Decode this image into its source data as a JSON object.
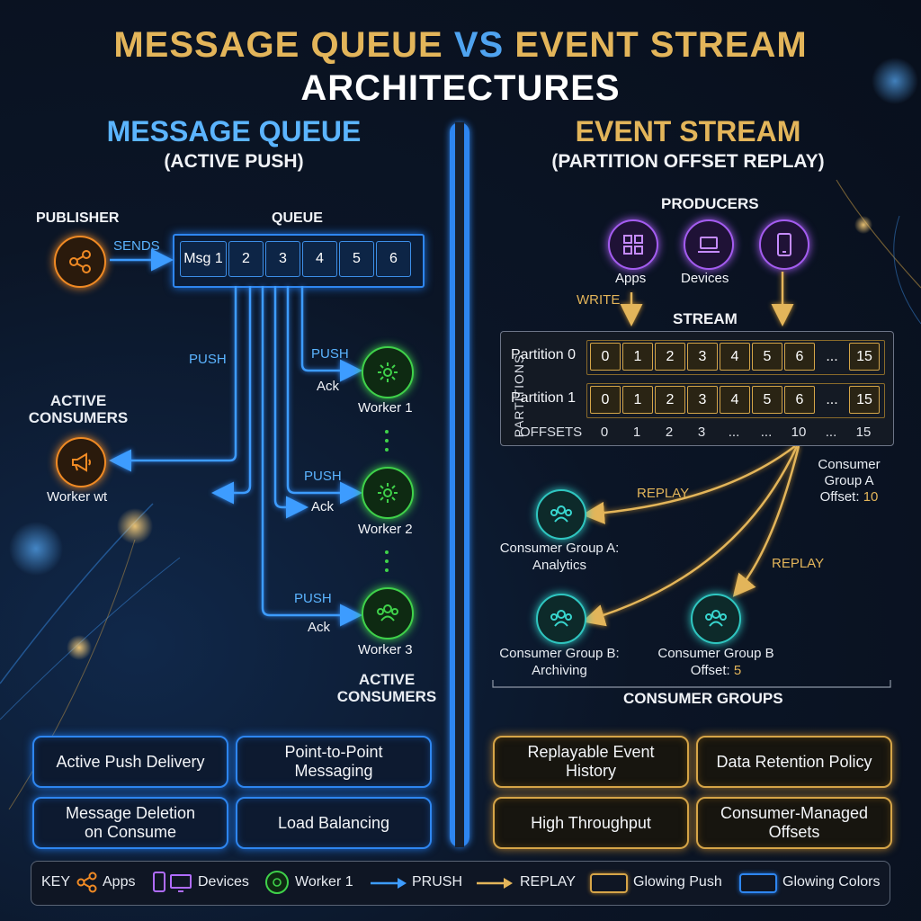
{
  "title": {
    "part1": "MESSAGE QUEUE",
    "vs": "VS",
    "part2": "EVENT STREAM",
    "line2": "ARCHITECTURES"
  },
  "mq": {
    "heading": "MESSAGE QUEUE",
    "subheading": "(ACTIVE PUSH)",
    "publisher": "PUBLISHER",
    "sends": "SENDS",
    "queue": "QUEUE",
    "cells": [
      "Msg 1",
      "2",
      "3",
      "4",
      "5",
      "6"
    ],
    "push": "PUSH",
    "ack": "Ack",
    "active_consumers": "ACTIVE\nCONSUMERS",
    "worker_left": "Worker wt",
    "workers": [
      "Worker 1",
      "Worker 2",
      "Worker 3"
    ],
    "active_consumers_bottom": "ACTIVE\nCONSUMERS",
    "features": [
      "Active Push Delivery",
      "Point-to-Point\nMessaging",
      "Message Deletion\non Consume",
      "Load Balancing"
    ]
  },
  "es": {
    "heading": "EVENT STREAM",
    "subheading": "(PARTITION OFFSET REPLAY)",
    "producers": "PRODUCERS",
    "apps": "Apps",
    "devices": "Devices",
    "write": "WRITE",
    "stream": "STREAM",
    "partitions_label": "PARTITIONS",
    "partition_names": [
      "Partition 0",
      "Partition 1"
    ],
    "partition_cells": [
      "0",
      "1",
      "2",
      "3",
      "4",
      "5",
      "6",
      "...",
      "15"
    ],
    "offsets_label": "OFFSETS",
    "offsets": [
      "0",
      "1",
      "2",
      "3",
      "...",
      "...",
      "10",
      "...",
      "15"
    ],
    "group_a_offset_label": "Consumer\nGroup A\nOffset:",
    "group_a_offset_value": "10",
    "replay": "REPLAY",
    "group_a": "Consumer Group A:\nAnalytics",
    "group_b": "Consumer Group B:\nArchiving",
    "group_b_offset_label": "Consumer Group B\nOffset:",
    "group_b_offset_value": "5",
    "consumer_groups": "CONSUMER GROUPS",
    "features": [
      "Replayable Event\nHistory",
      "Data Retention Policy",
      "High Throughput",
      "Consumer-Managed\nOffsets"
    ]
  },
  "key": {
    "label": "KEY",
    "apps": "Apps",
    "devices": "Devices",
    "worker": "Worker 1",
    "prush": "PRUSH",
    "replay": "REPLAY",
    "glowing_push": "Glowing Push",
    "glowing_colors": "Glowing Colors"
  },
  "colors": {
    "blue": "#2e86f0",
    "gold": "#d6a548",
    "green": "#3fd14a",
    "purple": "#a45cf0",
    "teal": "#2fc6c0",
    "orange": "#f08a24"
  }
}
